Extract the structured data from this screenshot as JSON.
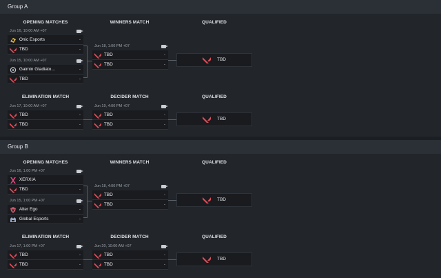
{
  "groups": [
    {
      "name": "Group A",
      "columns": {
        "opening": "OPENING MATCHES",
        "winners": "WINNERS MATCH",
        "qualified1": "QUALIFIED",
        "elimination": "ELIMINATION MATCH",
        "decider": "DECIDER MATCH",
        "qualified2": "QUALIFIED"
      },
      "opening1": {
        "time": "Jun 16, 10:00 AM +07",
        "teams": [
          {
            "name": "Onic Esports",
            "logo": "onic-logo",
            "score": "-"
          },
          {
            "name": "TBD",
            "logo": "valorant-logo",
            "score": "-"
          }
        ]
      },
      "opening2": {
        "time": "Jun 15, 10:00 AM +07",
        "teams": [
          {
            "name": "Gaimin Gladiato...",
            "logo": "gaimin-logo",
            "score": "-"
          },
          {
            "name": "TBD",
            "logo": "valorant-logo",
            "score": "-"
          }
        ]
      },
      "winners": {
        "time": "Jun 18, 1:00 PM +07",
        "teams": [
          {
            "name": "TBD",
            "score": "-"
          },
          {
            "name": "TBD",
            "score": "-"
          }
        ]
      },
      "qualified1": {
        "name": "TBD"
      },
      "elimination": {
        "time": "Jun 17, 10:00 AM +07",
        "teams": [
          {
            "name": "TBD",
            "score": "-"
          },
          {
            "name": "TBD",
            "score": "-"
          }
        ]
      },
      "decider": {
        "time": "Jun 19, 4:00 PM +07",
        "teams": [
          {
            "name": "TBD",
            "score": "-"
          },
          {
            "name": "TBD",
            "score": "-"
          }
        ]
      },
      "qualified2": {
        "name": "TBD"
      }
    },
    {
      "name": "Group B",
      "columns": {
        "opening": "OPENING MATCHES",
        "winners": "WINNERS MATCH",
        "qualified1": "QUALIFIED",
        "elimination": "ELIMINATION MATCH",
        "decider": "DECIDER MATCH",
        "qualified2": "QUALIFIED"
      },
      "opening1": {
        "time": "Jun 16, 1:00 PM +07",
        "teams": [
          {
            "name": "XERXIA",
            "logo": "xerxia-logo",
            "score": ""
          },
          {
            "name": "TBD",
            "logo": "valorant-logo",
            "score": "-"
          }
        ]
      },
      "opening2": {
        "time": "Jun 15, 1:00 PM +07",
        "teams": [
          {
            "name": "Alter Ego",
            "logo": "alter-ego-logo",
            "score": "-"
          },
          {
            "name": "Global Esports",
            "logo": "global-esports-logo",
            "score": "-"
          }
        ]
      },
      "winners": {
        "time": "Jun 18, 4:00 PM +07",
        "teams": [
          {
            "name": "TBD",
            "score": "-"
          },
          {
            "name": "TBD",
            "score": "-"
          }
        ]
      },
      "qualified1": {
        "name": "TBD"
      },
      "elimination": {
        "time": "Jun 17, 1:00 PM +07",
        "teams": [
          {
            "name": "TBD",
            "score": "-"
          },
          {
            "name": "TBD",
            "score": "-"
          }
        ]
      },
      "decider": {
        "time": "Jun 20, 10:00 AM +07",
        "teams": [
          {
            "name": "TBD",
            "score": "-"
          },
          {
            "name": "TBD",
            "score": "-"
          }
        ]
      },
      "qualified2": {
        "name": "TBD"
      }
    }
  ],
  "colors": {
    "valorant_red": "#e04c57",
    "connector": "#5a6069"
  }
}
